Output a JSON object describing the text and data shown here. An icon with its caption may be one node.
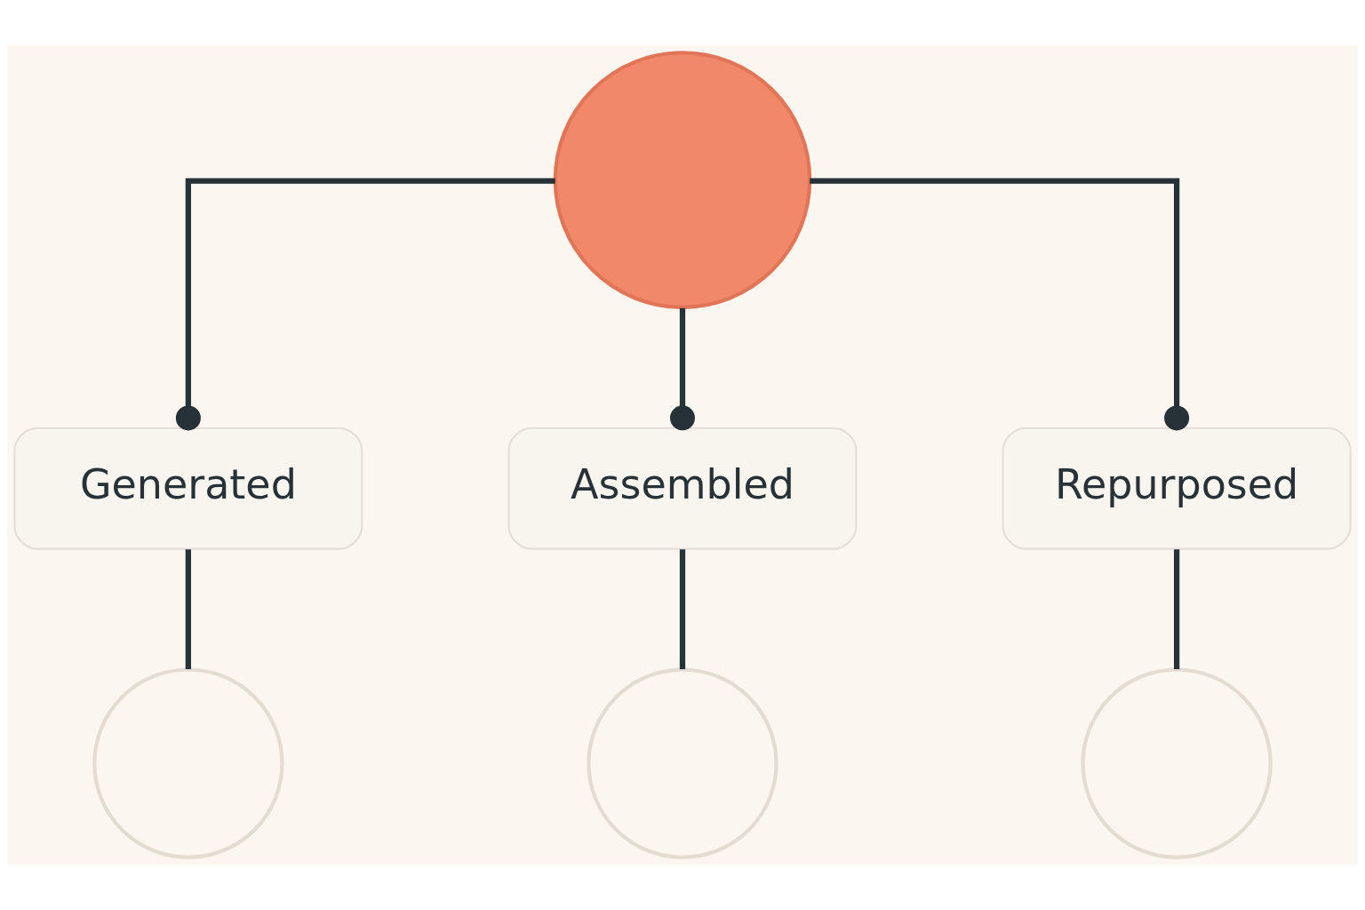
{
  "diagram": {
    "nodes": [
      {
        "text": [],
        "shape": "circle"
      },
      {
        "text": [
          "Generated"
        ]
      },
      {
        "text": [
          "Assembled"
        ]
      },
      {
        "text": [
          "Repurposed"
        ]
      },
      {
        "text": [],
        "shape": "circle"
      },
      {
        "text": [],
        "shape": "circle"
      },
      {
        "text": [],
        "shape": "circle"
      }
    ],
    "edges": [
      {
        "from": 0,
        "to": 1,
        "arrow": "other"
      },
      {
        "from": 0,
        "to": 2,
        "arrow": "other"
      },
      {
        "from": 0,
        "to": 3,
        "arrow": "other"
      },
      {
        "from": 1,
        "to": 4,
        "arrow": "none"
      },
      {
        "from": 2,
        "to": 5,
        "arrow": "none"
      },
      {
        "from": 3,
        "to": 6,
        "arrow": "none"
      }
    ]
  }
}
